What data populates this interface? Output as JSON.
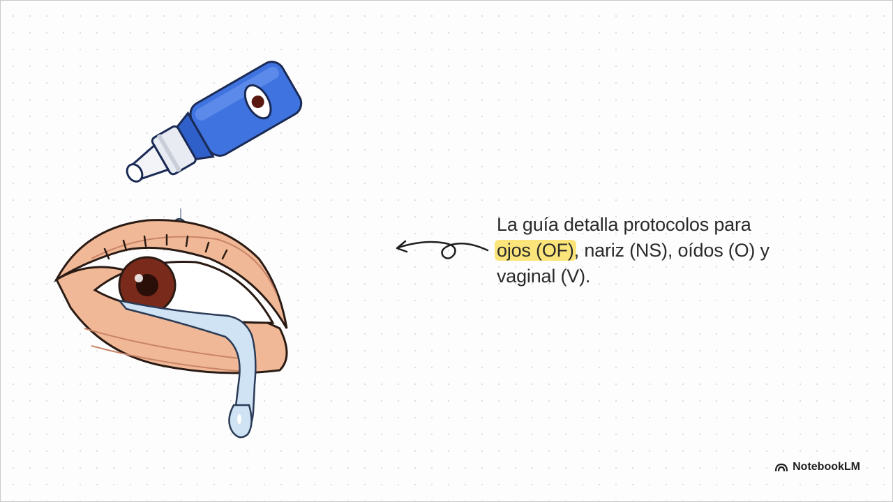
{
  "caption": {
    "line1": "La guía detalla protocolos para",
    "highlight": "ojos (OF)",
    "line2_rest": ", nariz (NS), oídos (O) y",
    "line3": "vaginal (V)."
  },
  "brand": {
    "name": "NotebookLM",
    "icon": "notebooklm-logo-icon"
  },
  "colors": {
    "highlight": "#fbe57a",
    "bottle_blue": "#3f73e0",
    "iris": "#7a2a1a",
    "skin": "#f0b896",
    "tear": "#cfe3f5"
  }
}
